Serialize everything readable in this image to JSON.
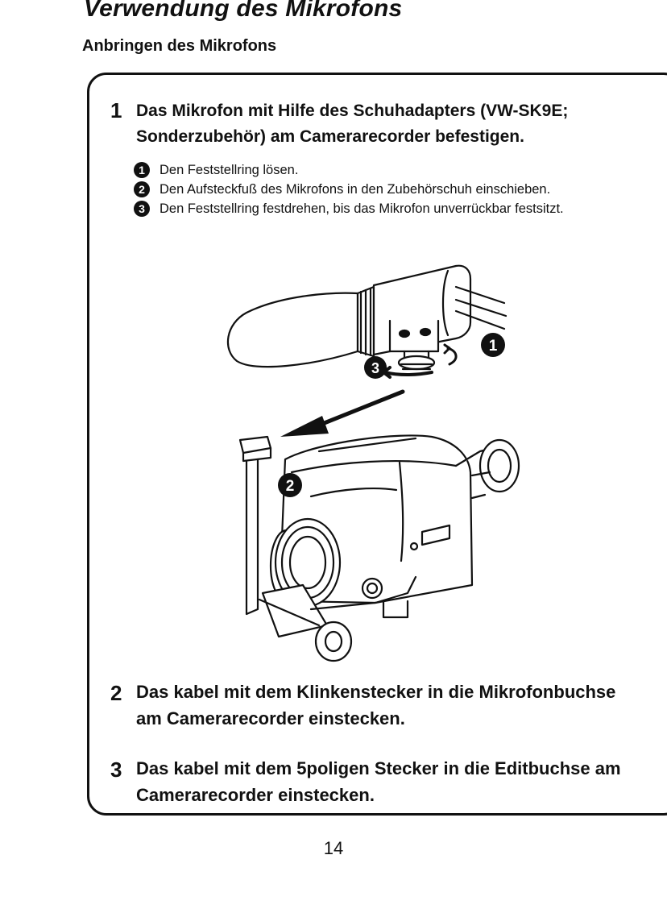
{
  "page": {
    "section_title": "Verwendung des Mikrofons",
    "subsection_title": "Anbringen des Mikrofons",
    "page_number": "14"
  },
  "steps": [
    {
      "number": "1",
      "text": "Das Mikrofon mit Hilfe des Schuhadapters (VW-SK9E; Sonderzubehör) am Camerarecorder befestigen.",
      "substeps": [
        {
          "badge": "1",
          "text": "Den Feststellring lösen."
        },
        {
          "badge": "2",
          "text": "Den Aufsteckfuß des Mikrofons in den Zubehörschuh einschieben."
        },
        {
          "badge": "3",
          "text": "Den Feststellring festdrehen, bis das Mikrofon unverrückbar festsitzt."
        }
      ]
    },
    {
      "number": "2",
      "text": "Das kabel mit dem Klinkenstecker in die Mikrofonbuchse am Camerarecorder einstecken."
    },
    {
      "number": "3",
      "text": "Das kabel mit dem 5poligen Stecker in die Editbuchse am Camerarecorder einstecken."
    }
  ],
  "illustration": {
    "callouts": [
      "1",
      "2",
      "3"
    ],
    "icons": [
      "microphone-icon",
      "camcorder-icon",
      "shoe-adapter-icon",
      "arrow-icon"
    ]
  }
}
